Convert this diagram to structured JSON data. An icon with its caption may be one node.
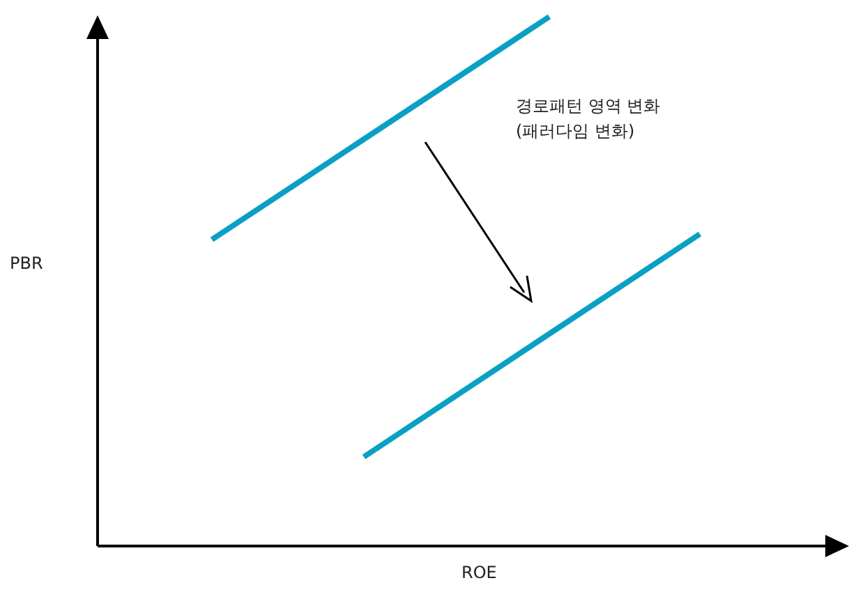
{
  "diagram": {
    "labels": [
      "경로패턴 영역 변화",
      "(패러다임 변화)",
      "PBR",
      "ROE"
    ]
  }
}
